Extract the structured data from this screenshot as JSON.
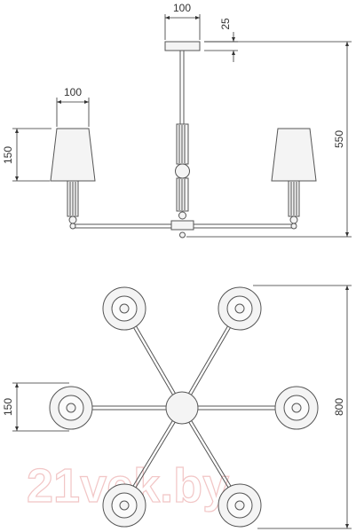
{
  "colors": {
    "line": "#555555",
    "dim": "#333333",
    "shade": "#f4f4f4",
    "watermark": "#f2c6c6"
  },
  "side_view": {
    "canopy_width": "100",
    "canopy_height": "25",
    "shade_width": "100",
    "shade_height": "150",
    "total_height": "550"
  },
  "top_view": {
    "shade_diameter": "150",
    "total_diameter": "800"
  },
  "watermark": {
    "text": "21vek.by",
    "icon": "watermark-logo"
  }
}
